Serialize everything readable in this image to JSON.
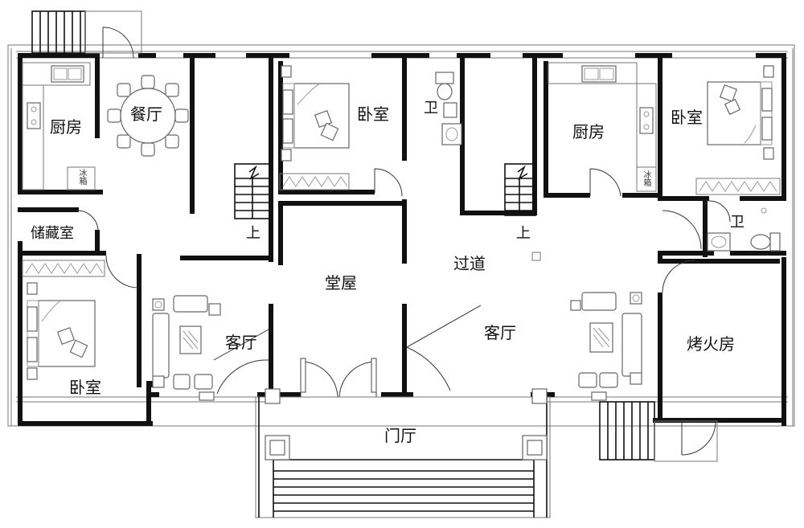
{
  "rooms": {
    "kitchen_left": "厨房",
    "dining": "餐厅",
    "bedroom_top_mid": "卧室",
    "bath_top": "卫",
    "kitchen_right": "厨房",
    "bedroom_top_right": "卧室",
    "storage": "储藏室",
    "bedroom_left": "卧室",
    "hall": "堂屋",
    "corridor": "过道",
    "living_left": "客厅",
    "living_right": "客厅",
    "bath_right": "卫",
    "fire_room": "烤火房",
    "entrance": "门厅"
  },
  "stairs": {
    "up_left": "上",
    "up_right": "上"
  },
  "appliances": {
    "fridge_left": "冰箱",
    "fridge_right": "冰箱"
  }
}
